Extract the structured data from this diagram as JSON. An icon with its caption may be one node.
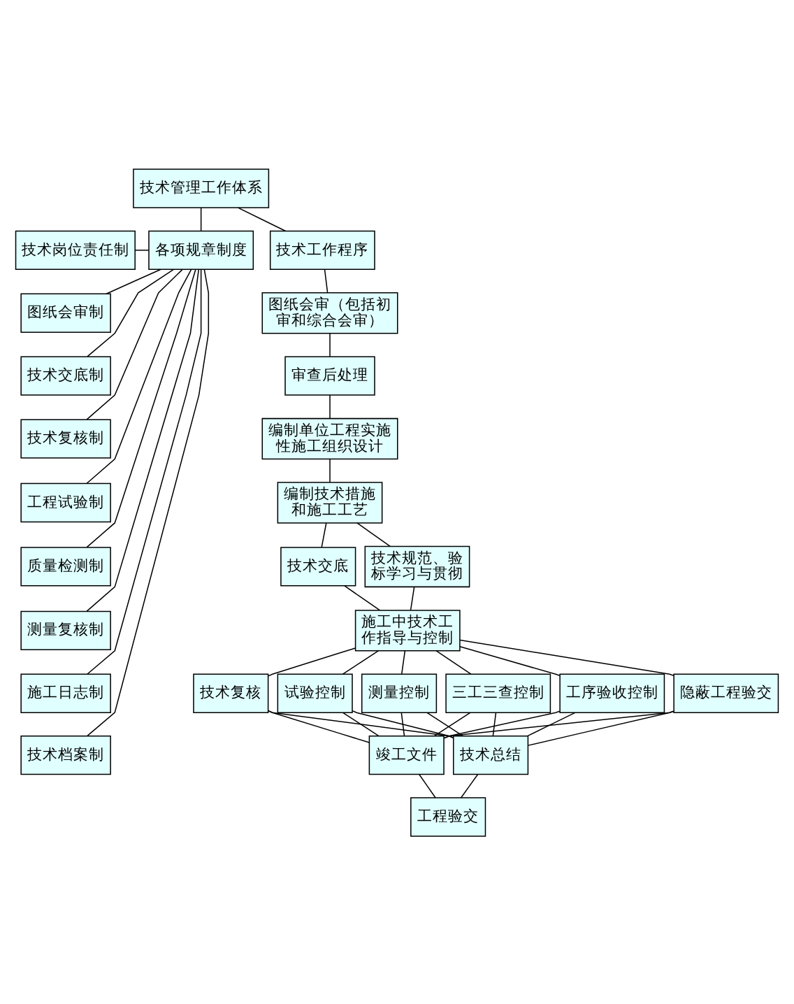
{
  "diagram": {
    "nodes": [
      {
        "text": [
          "技术管理工作体系"
        ]
      },
      {
        "text": [
          "技术岗位责任制"
        ]
      },
      {
        "text": [
          "图纸会审制"
        ]
      },
      {
        "text": [
          "技术交底制"
        ]
      },
      {
        "text": [
          "技术复核制"
        ]
      },
      {
        "text": [
          "工程试验制"
        ]
      },
      {
        "text": [
          "质量检测制"
        ]
      },
      {
        "text": [
          "测量复核制"
        ]
      },
      {
        "text": [
          "施工日志制"
        ]
      },
      {
        "text": [
          "技术档案制"
        ]
      },
      {
        "text": [
          "各项规章制度"
        ]
      },
      {
        "text": [
          "技术工作程序"
        ]
      },
      {
        "text": [
          "图纸会审（包括初审和综合会审）"
        ]
      },
      {
        "text": [
          "审查后处理"
        ]
      },
      {
        "text": [
          "编制单位工程实施性施工组织设计"
        ]
      },
      {
        "text": [
          "编制技术措施和施工工艺"
        ]
      },
      {
        "text": [
          "技术交底"
        ]
      },
      {
        "text": [
          "技术规范、验标学习与贯彻"
        ]
      },
      {
        "text": [
          "施工中技术工作指导与控制"
        ]
      },
      {
        "text": [
          "技术复核"
        ]
      },
      {
        "text": [
          "试验控制"
        ]
      },
      {
        "text": [
          "测量控制"
        ]
      },
      {
        "text": [
          "三工三查控制"
        ]
      },
      {
        "text": [
          "工序验收控制"
        ]
      },
      {
        "text": [
          "隐蔽工程验交"
        ]
      },
      {
        "text": [
          "竣工文件"
        ]
      },
      {
        "text": [
          "技术总结"
        ]
      },
      {
        "text": [
          "工程验交"
        ]
      }
    ],
    "edges": [
      {
        "from": 0,
        "to": 10,
        "arrow": "none"
      },
      {
        "from": 0,
        "to": 11,
        "arrow": "none"
      },
      {
        "from": 1,
        "to": 10,
        "arrow": "none"
      },
      {
        "from": 2,
        "to": 10,
        "arrow": "none"
      },
      {
        "from": 3,
        "to": 10,
        "arrow": "none"
      },
      {
        "from": 4,
        "to": 10,
        "arrow": "none"
      },
      {
        "from": 5,
        "to": 10,
        "arrow": "none"
      },
      {
        "from": 6,
        "to": 10,
        "arrow": "none"
      },
      {
        "from": 7,
        "to": 10,
        "arrow": "none"
      },
      {
        "from": 8,
        "to": 10,
        "arrow": "none"
      },
      {
        "from": 9,
        "to": 10,
        "arrow": "none"
      },
      {
        "from": 11,
        "to": 12,
        "arrow": "none"
      },
      {
        "from": 12,
        "to": 13,
        "arrow": "none"
      },
      {
        "from": 13,
        "to": 14,
        "arrow": "none"
      },
      {
        "from": 14,
        "to": 15,
        "arrow": "none"
      },
      {
        "from": 15,
        "to": 16,
        "arrow": "none"
      },
      {
        "from": 15,
        "to": 17,
        "arrow": "none"
      },
      {
        "from": 16,
        "to": 18,
        "arrow": "none"
      },
      {
        "from": 17,
        "to": 18,
        "arrow": "none"
      },
      {
        "from": 18,
        "to": 19,
        "arrow": "none"
      },
      {
        "from": 18,
        "to": 20,
        "arrow": "none"
      },
      {
        "from": 18,
        "to": 21,
        "arrow": "none"
      },
      {
        "from": 18,
        "to": 22,
        "arrow": "none"
      },
      {
        "from": 18,
        "to": 23,
        "arrow": "none"
      },
      {
        "from": 18,
        "to": 24,
        "arrow": "none"
      },
      {
        "from": 19,
        "to": 25,
        "arrow": "none"
      },
      {
        "from": 20,
        "to": 25,
        "arrow": "none"
      },
      {
        "from": 21,
        "to": 25,
        "arrow": "none"
      },
      {
        "from": 22,
        "to": 25,
        "arrow": "none"
      },
      {
        "from": 23,
        "to": 25,
        "arrow": "none"
      },
      {
        "from": 24,
        "to": 25,
        "arrow": "none"
      },
      {
        "from": 19,
        "to": 26,
        "arrow": "none"
      },
      {
        "from": 20,
        "to": 26,
        "arrow": "none"
      },
      {
        "from": 21,
        "to": 26,
        "arrow": "none"
      },
      {
        "from": 22,
        "to": 26,
        "arrow": "none"
      },
      {
        "from": 23,
        "to": 26,
        "arrow": "none"
      },
      {
        "from": 24,
        "to": 26,
        "arrow": "none"
      },
      {
        "from": 25,
        "to": 27,
        "arrow": "none"
      },
      {
        "from": 26,
        "to": 27,
        "arrow": "none"
      }
    ]
  }
}
